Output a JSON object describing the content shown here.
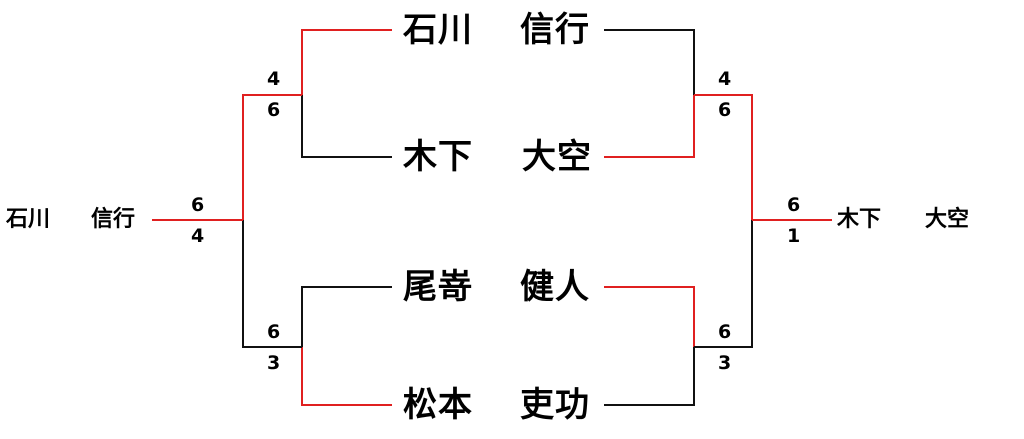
{
  "colors": {
    "winner_line": "#e02020",
    "loser_line": "#111111"
  },
  "players": {
    "p1": {
      "family": "石川",
      "given": "信行"
    },
    "p2": {
      "family": "木下",
      "given": "大空"
    },
    "p3": {
      "family": "尾嵜",
      "given": "健人"
    },
    "p4": {
      "family": "松本",
      "given": "吏功"
    }
  },
  "left_block": {
    "semi_top_scores": [
      "4",
      "6"
    ],
    "semi_bottom_scores": [
      "6",
      "3"
    ],
    "final_scores": [
      "6",
      "4"
    ],
    "winner": {
      "family": "石川",
      "given": "信行"
    }
  },
  "right_block": {
    "semi_top_scores": [
      "4",
      "6"
    ],
    "semi_bottom_scores": [
      "6",
      "3"
    ],
    "final_scores": [
      "6",
      "1"
    ],
    "winner": {
      "family": "木下",
      "given": "大空"
    }
  }
}
